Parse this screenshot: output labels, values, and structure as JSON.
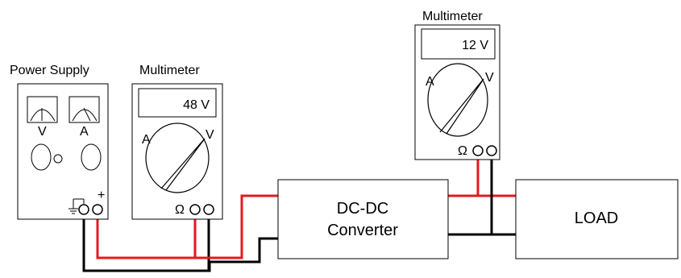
{
  "power_supply": {
    "title": "Power Supply",
    "voltmeter_label": "V",
    "ammeter_label": "A",
    "plus_label": "+"
  },
  "multimeter_left": {
    "title": "Multimeter",
    "reading": "48 V",
    "dial_left_label": "A",
    "dial_right_label": "V",
    "ohm_label": "Ω"
  },
  "multimeter_right": {
    "title": "Multimeter",
    "reading": "12 V",
    "dial_left_label": "A",
    "dial_right_label": "V",
    "ohm_label": "Ω"
  },
  "converter": {
    "line1": "DC-DC",
    "line2": "Converter"
  },
  "load": {
    "label": "LOAD"
  },
  "colors": {
    "positive_wire": "#e4191f",
    "negative_wire": "#000000"
  }
}
